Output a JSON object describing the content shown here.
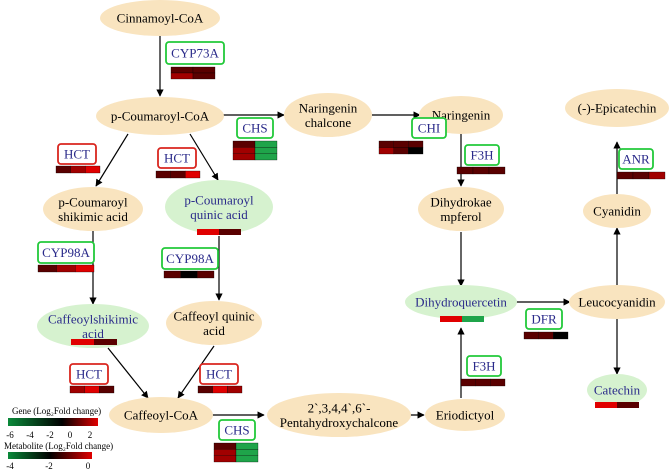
{
  "colors": {
    "metabolite_fill": "#f9e4bf",
    "metabolite_highlight_fill": "#d6f2cf",
    "enzyme_green_border": "#22c93a",
    "enzyme_red_border": "#d9261f",
    "enzyme_text": "#2a2a8a",
    "dark_red": "#5a0000",
    "mid_red": "#a10000",
    "bright_red": "#e00000",
    "green": "#1fa44a",
    "black": "#000000"
  },
  "metabolites": [
    {
      "id": "cinnamoyl",
      "label": [
        "Cinnamoyl-CoA"
      ],
      "highlight": false
    },
    {
      "id": "pcoumaroyl",
      "label": [
        "p-Coumaroyl-CoA"
      ],
      "highlight": false
    },
    {
      "id": "naringenin_chalcone",
      "label": [
        "Naringenin",
        "chalcone"
      ],
      "highlight": false
    },
    {
      "id": "naringenin",
      "label": [
        "Naringenin"
      ],
      "highlight": false
    },
    {
      "id": "epicatechin",
      "label": [
        "(-)-Epicatechin"
      ],
      "highlight": false
    },
    {
      "id": "pcoumaroyl_shikimic",
      "label": [
        "p-Coumaroyl",
        "shikimic acid"
      ],
      "highlight": false
    },
    {
      "id": "pcoumaroyl_quinic",
      "label": [
        "p-Coumaroyl",
        "quinic acid"
      ],
      "highlight": true
    },
    {
      "id": "dihydrokaempferol",
      "label": [
        "Dihydrokae",
        "mpferol"
      ],
      "highlight": false
    },
    {
      "id": "cyanidin",
      "label": [
        "Cyanidin"
      ],
      "highlight": false
    },
    {
      "id": "caffeoylshikimic",
      "label": [
        "Caffeoylshikimic",
        "acid"
      ],
      "highlight": true
    },
    {
      "id": "caffeoyl_quinic",
      "label": [
        "Caffeoyl quinic",
        "acid"
      ],
      "highlight": false
    },
    {
      "id": "dihydroquercetin",
      "label": [
        "Dihydroquercetin"
      ],
      "highlight": true
    },
    {
      "id": "leucocyanidin",
      "label": [
        "Leucocyanidin"
      ],
      "highlight": false
    },
    {
      "id": "caffeoyl_coa",
      "label": [
        "Caffeoyl-CoA"
      ],
      "highlight": false
    },
    {
      "id": "pentahydroxychalcone",
      "label": [
        "2`,3,4,4`,6`-",
        "Pentahydroxychalcone"
      ],
      "highlight": false
    },
    {
      "id": "eriodictyol",
      "label": [
        "Eriodictyol"
      ],
      "highlight": false
    },
    {
      "id": "catechin",
      "label": [
        "Catechin"
      ],
      "highlight": true
    }
  ],
  "enzymes": [
    {
      "id": "cyp73a",
      "label": "CYP73A",
      "border": "green",
      "heat": [
        [
          "dark_red",
          "dark_red"
        ],
        [
          "mid_red",
          "dark_red"
        ]
      ]
    },
    {
      "id": "chs_top",
      "label": "CHS",
      "border": "green",
      "heat": [
        [
          "dark_red",
          "green"
        ],
        [
          "mid_red",
          "green"
        ],
        [
          "mid_red",
          "green"
        ]
      ]
    },
    {
      "id": "chi",
      "label": "CHI",
      "border": "green",
      "heat": [
        [
          "dark_red",
          "dark_red",
          "dark_red"
        ],
        [
          "mid_red",
          "dark_red",
          "black"
        ]
      ]
    },
    {
      "id": "hct_left",
      "label": "HCT",
      "border": "red",
      "heat": [
        [
          "dark_red",
          "mid_red",
          "bright_red"
        ]
      ]
    },
    {
      "id": "hct_mid",
      "label": "HCT",
      "border": "red",
      "heat": [
        [
          "dark_red",
          "dark_red",
          "bright_red"
        ]
      ]
    },
    {
      "id": "f3h_top",
      "label": "F3H",
      "border": "green",
      "heat": [
        [
          "dark_red",
          "dark_red",
          "dark_red"
        ]
      ]
    },
    {
      "id": "anr",
      "label": "ANR",
      "border": "green",
      "heat": [
        [
          "dark_red",
          "dark_red",
          "mid_red"
        ]
      ]
    },
    {
      "id": "cyp98a_left",
      "label": "CYP98A",
      "border": "green",
      "heat": [
        [
          "dark_red",
          "mid_red",
          "bright_red"
        ]
      ]
    },
    {
      "id": "cyp98a_mid",
      "label": "CYP98A",
      "border": "green",
      "heat": [
        [
          "dark_red",
          "black",
          "dark_red"
        ]
      ]
    },
    {
      "id": "dfr",
      "label": "DFR",
      "border": "green",
      "heat": [
        [
          "dark_red",
          "dark_red",
          "black"
        ]
      ]
    },
    {
      "id": "hct_bottom_left",
      "label": "HCT",
      "border": "red",
      "heat": [
        [
          "mid_red",
          "bright_red",
          "dark_red"
        ]
      ]
    },
    {
      "id": "hct_bottom_mid",
      "label": "HCT",
      "border": "red",
      "heat": [
        [
          "dark_red",
          "bright_red",
          "mid_red"
        ]
      ]
    },
    {
      "id": "f3h_bottom",
      "label": "F3H",
      "border": "green",
      "heat": [
        [
          "dark_red",
          "dark_red",
          "dark_red"
        ]
      ]
    },
    {
      "id": "chs_bottom",
      "label": "CHS",
      "border": "green",
      "heat": [
        [
          "dark_red",
          "green"
        ],
        [
          "mid_red",
          "green"
        ],
        [
          "mid_red",
          "green"
        ]
      ]
    }
  ],
  "metabolite_bars": [
    {
      "id": "pcoumaroyl_quinic",
      "colors": [
        "bright_red",
        "dark_red"
      ]
    },
    {
      "id": "caffeoylshikimic",
      "colors": [
        "bright_red",
        "dark_red"
      ]
    },
    {
      "id": "dihydroquercetin",
      "colors": [
        "bright_red",
        "green"
      ]
    },
    {
      "id": "catechin",
      "colors": [
        "bright_red",
        "dark_red"
      ]
    }
  ],
  "legend": {
    "gene_title": "Gene (Log₂Fold change)",
    "gene_ticks": [
      "-6",
      "-4",
      "-2",
      "0",
      "2"
    ],
    "metabolite_title": "Metabolite (Log₂Fold change)",
    "metabolite_ticks": [
      "-4",
      "-2",
      "0"
    ]
  }
}
